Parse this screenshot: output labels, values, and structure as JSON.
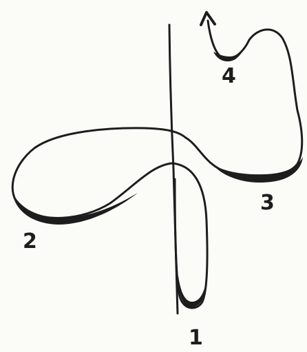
{
  "diagram": {
    "labels": [
      {
        "id": "1",
        "text": "1"
      },
      {
        "id": "2",
        "text": "2"
      },
      {
        "id": "3",
        "text": "3"
      },
      {
        "id": "4",
        "text": "4"
      }
    ],
    "colors": {
      "background": "#fbfbf8",
      "ink": "#1d1d1d"
    }
  }
}
